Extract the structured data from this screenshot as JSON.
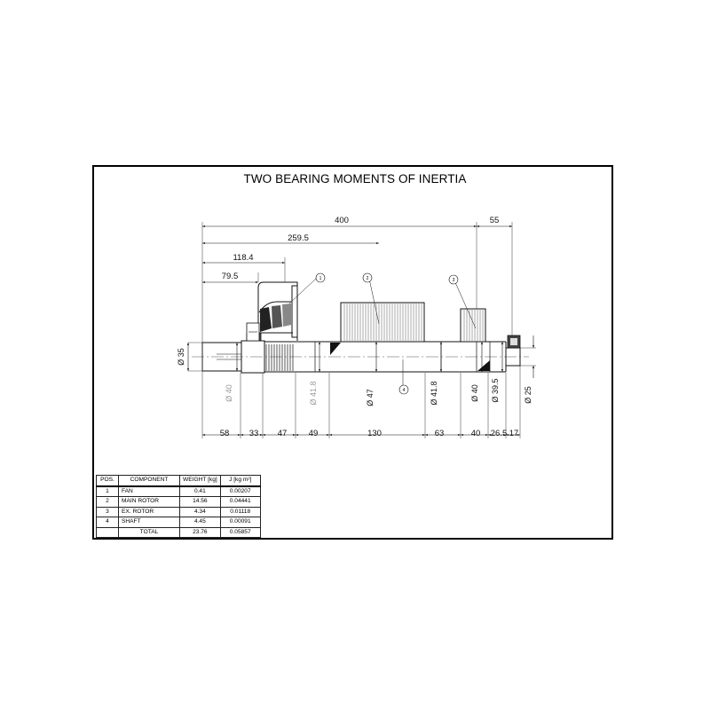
{
  "title": "TWO BEARING MOMENTS OF INERTIA",
  "dimensions": {
    "top": [
      "400",
      "55",
      "259.5",
      "118.4",
      "79.5"
    ],
    "bottom": [
      "58",
      "33",
      "47",
      "49",
      "130",
      "63",
      "40",
      "26.5",
      "17"
    ],
    "diameters": {
      "left_end": "Ø 35",
      "d40_left": "Ø 40",
      "d41_8_left": "Ø 41.8",
      "d47": "Ø 47",
      "d41_8_right": "Ø 41.8",
      "d40_right": "Ø 40",
      "d39_5": "Ø 39.5",
      "d25": "Ø 25"
    }
  },
  "balloons": [
    "1",
    "2",
    "3",
    "4"
  ],
  "table": {
    "headers": [
      "POS.",
      "COMPONENT",
      "WEIGHT [kg]",
      "J [kg m²]"
    ],
    "rows": [
      {
        "pos": "1",
        "component": "FAN",
        "weight": "0.41",
        "j": "0.00207"
      },
      {
        "pos": "2",
        "component": "MAIN ROTOR",
        "weight": "14.56",
        "j": "0.04441"
      },
      {
        "pos": "3",
        "component": "EX. ROTOR",
        "weight": "4.34",
        "j": "0.01118"
      },
      {
        "pos": "4",
        "component": "SHAFT",
        "weight": "4.45",
        "j": "0.00091"
      }
    ],
    "total": {
      "label": "TOTAL",
      "weight": "23.76",
      "j": "0.05857"
    }
  }
}
